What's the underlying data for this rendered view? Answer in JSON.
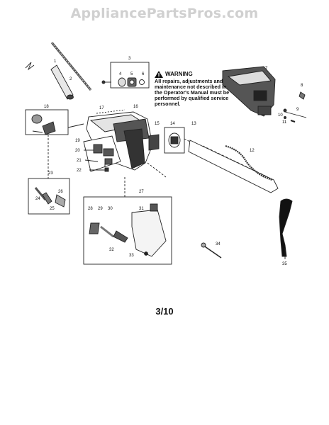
{
  "watermark": "AppliancePartsPros.com",
  "warning": {
    "title": "WARNING",
    "text": "All repairs, adjustments and maintenance not described in the Operator's Manual must be performed by qualified service personnel."
  },
  "page_label": "3/10",
  "callouts": [
    "1",
    "2",
    "3",
    "4",
    "5",
    "6",
    "7",
    "8",
    "9",
    "10",
    "11",
    "12",
    "13",
    "14",
    "15",
    "16",
    "17",
    "18",
    "19",
    "20",
    "21",
    "22",
    "23",
    "24",
    "25",
    "26",
    "27",
    "28",
    "29",
    "30",
    "31",
    "32",
    "33",
    "34",
    "35"
  ]
}
